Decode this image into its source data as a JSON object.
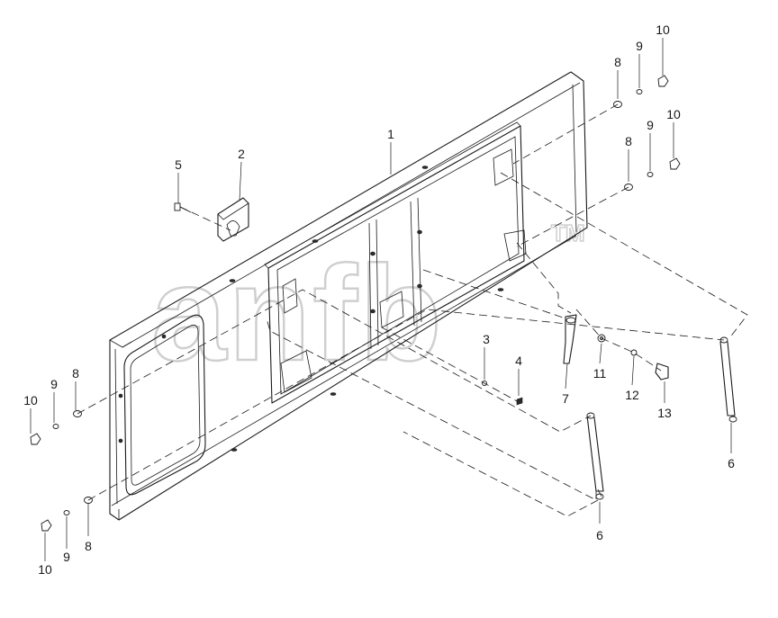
{
  "diagram": {
    "watermark_text": "anfb",
    "watermark_mark": "TM",
    "callouts": [
      {
        "id": "c1",
        "label": "1"
      },
      {
        "id": "c2",
        "label": "2"
      },
      {
        "id": "c3",
        "label": "3"
      },
      {
        "id": "c4",
        "label": "4"
      },
      {
        "id": "c5",
        "label": "5"
      },
      {
        "id": "c6a",
        "label": "6"
      },
      {
        "id": "c6b",
        "label": "6"
      },
      {
        "id": "c7",
        "label": "7"
      },
      {
        "id": "c8a",
        "label": "8"
      },
      {
        "id": "c8b",
        "label": "8"
      },
      {
        "id": "c8c",
        "label": "8"
      },
      {
        "id": "c8d",
        "label": "8"
      },
      {
        "id": "c9a",
        "label": "9"
      },
      {
        "id": "c9b",
        "label": "9"
      },
      {
        "id": "c9c",
        "label": "9"
      },
      {
        "id": "c9d",
        "label": "9"
      },
      {
        "id": "c10a",
        "label": "10"
      },
      {
        "id": "c10b",
        "label": "10"
      },
      {
        "id": "c10c",
        "label": "10"
      },
      {
        "id": "c10d",
        "label": "10"
      },
      {
        "id": "c11",
        "label": "11"
      },
      {
        "id": "c12",
        "label": "12"
      },
      {
        "id": "c13",
        "label": "13"
      }
    ]
  }
}
